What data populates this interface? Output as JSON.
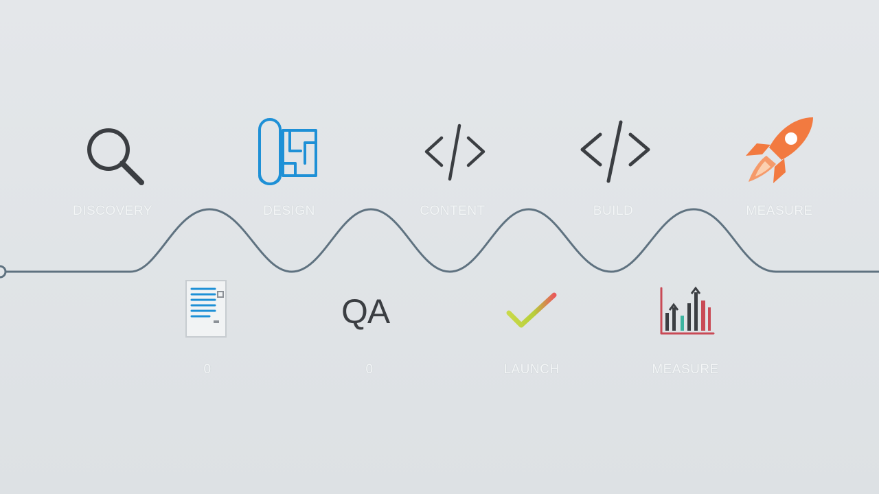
{
  "top_steps": [
    {
      "label": "DISCOVERY",
      "icon": "magnifier-icon"
    },
    {
      "label": "DESIGN",
      "icon": "blueprint-icon"
    },
    {
      "label": "CONTENT",
      "icon": "code-icon"
    },
    {
      "label": "BUILD",
      "icon": "code-icon"
    },
    {
      "label": "MEASURE",
      "icon": "rocket-icon"
    }
  ],
  "bottom_steps": [
    {
      "label": "0",
      "icon": "document-icon"
    },
    {
      "label": "0",
      "icon": "qa-icon",
      "icon_text": "QA"
    },
    {
      "label": "LAUNCH",
      "icon": "checkmark-icon"
    },
    {
      "label": "MEASURE",
      "icon": "bar-chart-icon"
    }
  ],
  "colors": {
    "line": "#5f7280",
    "blueprint": "#1e90d6",
    "rocket": "#f27a40",
    "check_start": "#c9d94a",
    "check_end": "#e85a5a",
    "chart_red": "#c94a55",
    "chart_teal": "#3cb4a0"
  }
}
